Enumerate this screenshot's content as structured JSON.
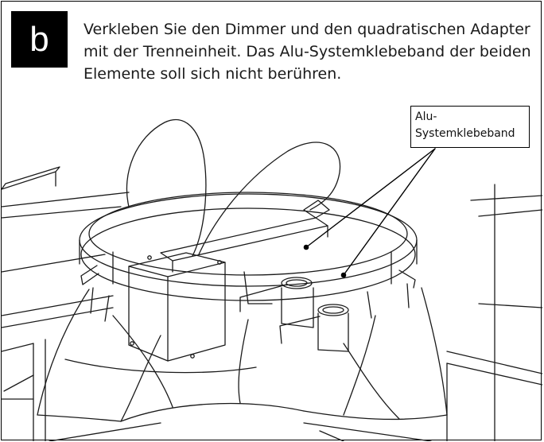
{
  "step": {
    "letter": "b"
  },
  "instruction": {
    "text": "Verkleben Sie den Dimmer und den quadratischen Adapter mit der Trenneinheit. Das Alu-Systemklebeband der beiden Elemente soll sich nicht berühren."
  },
  "callout": {
    "line1": "Alu-",
    "line2": "Systemklebeband"
  },
  "colors": {
    "badge_bg": "#000000",
    "line": "#1a1a1a",
    "background": "#ffffff"
  }
}
